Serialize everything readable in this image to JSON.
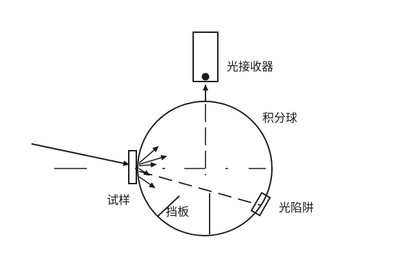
{
  "labels": {
    "receiver": "光接收器",
    "sphere": "积分球",
    "sample": "试样",
    "baffle": "挡板",
    "light_trap": "光陷阱"
  }
}
